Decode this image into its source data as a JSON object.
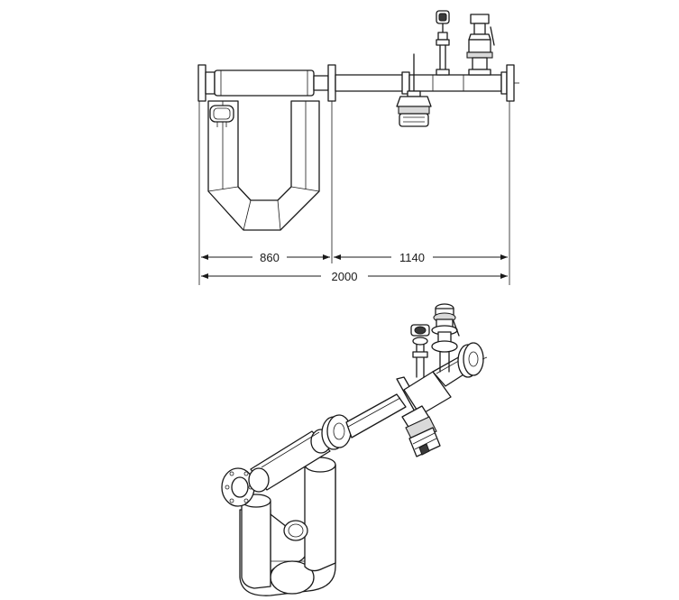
{
  "dimensions": {
    "left_section": "860",
    "right_section": "1140",
    "overall_length": "2000"
  },
  "colors": {
    "line": "#1a1a1a",
    "background": "#ffffff",
    "shading": "#d9d9d9"
  }
}
